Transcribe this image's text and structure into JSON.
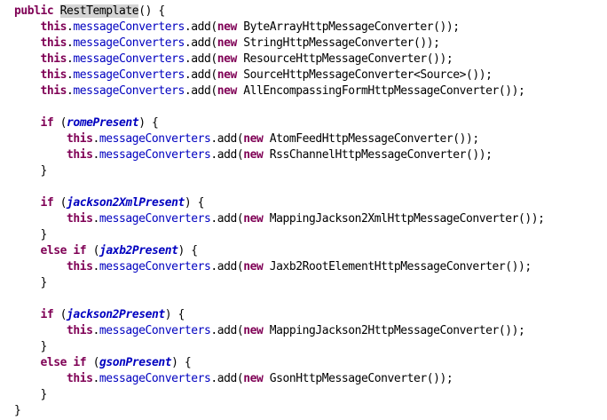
{
  "lines": [
    {
      "indent": 0,
      "parts": [
        {
          "t": "public",
          "c": "kw"
        },
        {
          "t": " "
        },
        {
          "t": "RestTemplate",
          "c": "mark"
        },
        {
          "t": "() {"
        }
      ]
    },
    {
      "indent": 1,
      "parts": [
        {
          "t": "this",
          "c": "kw"
        },
        {
          "t": "."
        },
        {
          "t": "messageConverters",
          "c": "fld"
        },
        {
          "t": ".add("
        },
        {
          "t": "new",
          "c": "kw"
        },
        {
          "t": " ByteArrayHttpMessageConverter());"
        }
      ]
    },
    {
      "indent": 1,
      "parts": [
        {
          "t": "this",
          "c": "kw"
        },
        {
          "t": "."
        },
        {
          "t": "messageConverters",
          "c": "fld"
        },
        {
          "t": ".add("
        },
        {
          "t": "new",
          "c": "kw"
        },
        {
          "t": " StringHttpMessageConverter());"
        }
      ]
    },
    {
      "indent": 1,
      "parts": [
        {
          "t": "this",
          "c": "kw"
        },
        {
          "t": "."
        },
        {
          "t": "messageConverters",
          "c": "fld"
        },
        {
          "t": ".add("
        },
        {
          "t": "new",
          "c": "kw"
        },
        {
          "t": " ResourceHttpMessageConverter());"
        }
      ]
    },
    {
      "indent": 1,
      "parts": [
        {
          "t": "this",
          "c": "kw"
        },
        {
          "t": "."
        },
        {
          "t": "messageConverters",
          "c": "fld"
        },
        {
          "t": ".add("
        },
        {
          "t": "new",
          "c": "kw"
        },
        {
          "t": " SourceHttpMessageConverter<Source>());"
        }
      ]
    },
    {
      "indent": 1,
      "parts": [
        {
          "t": "this",
          "c": "kw"
        },
        {
          "t": "."
        },
        {
          "t": "messageConverters",
          "c": "fld"
        },
        {
          "t": ".add("
        },
        {
          "t": "new",
          "c": "kw"
        },
        {
          "t": " AllEncompassingFormHttpMessageConverter());"
        }
      ]
    },
    {
      "indent": 0,
      "parts": []
    },
    {
      "indent": 1,
      "parts": [
        {
          "t": "if",
          "c": "kw"
        },
        {
          "t": " ("
        },
        {
          "t": "romePresent",
          "c": "var"
        },
        {
          "t": ") {"
        }
      ]
    },
    {
      "indent": 2,
      "parts": [
        {
          "t": "this",
          "c": "kw"
        },
        {
          "t": "."
        },
        {
          "t": "messageConverters",
          "c": "fld"
        },
        {
          "t": ".add("
        },
        {
          "t": "new",
          "c": "kw"
        },
        {
          "t": " AtomFeedHttpMessageConverter());"
        }
      ]
    },
    {
      "indent": 2,
      "parts": [
        {
          "t": "this",
          "c": "kw"
        },
        {
          "t": "."
        },
        {
          "t": "messageConverters",
          "c": "fld"
        },
        {
          "t": ".add("
        },
        {
          "t": "new",
          "c": "kw"
        },
        {
          "t": " RssChannelHttpMessageConverter());"
        }
      ]
    },
    {
      "indent": 1,
      "parts": [
        {
          "t": "}"
        }
      ]
    },
    {
      "indent": 0,
      "parts": []
    },
    {
      "indent": 1,
      "parts": [
        {
          "t": "if",
          "c": "kw"
        },
        {
          "t": " ("
        },
        {
          "t": "jackson2XmlPresent",
          "c": "var"
        },
        {
          "t": ") {"
        }
      ]
    },
    {
      "indent": 2,
      "parts": [
        {
          "t": "this",
          "c": "kw"
        },
        {
          "t": "."
        },
        {
          "t": "messageConverters",
          "c": "fld"
        },
        {
          "t": ".add("
        },
        {
          "t": "new",
          "c": "kw"
        },
        {
          "t": " MappingJackson2XmlHttpMessageConverter());"
        }
      ]
    },
    {
      "indent": 1,
      "parts": [
        {
          "t": "}"
        }
      ]
    },
    {
      "indent": 1,
      "parts": [
        {
          "t": "else",
          "c": "kw"
        },
        {
          "t": " "
        },
        {
          "t": "if",
          "c": "kw"
        },
        {
          "t": " ("
        },
        {
          "t": "jaxb2Present",
          "c": "var"
        },
        {
          "t": ") {"
        }
      ]
    },
    {
      "indent": 2,
      "parts": [
        {
          "t": "this",
          "c": "kw"
        },
        {
          "t": "."
        },
        {
          "t": "messageConverters",
          "c": "fld"
        },
        {
          "t": ".add("
        },
        {
          "t": "new",
          "c": "kw"
        },
        {
          "t": " Jaxb2RootElementHttpMessageConverter());"
        }
      ]
    },
    {
      "indent": 1,
      "parts": [
        {
          "t": "}"
        }
      ]
    },
    {
      "indent": 0,
      "parts": []
    },
    {
      "indent": 1,
      "parts": [
        {
          "t": "if",
          "c": "kw"
        },
        {
          "t": " ("
        },
        {
          "t": "jackson2Present",
          "c": "var"
        },
        {
          "t": ") {"
        }
      ]
    },
    {
      "indent": 2,
      "parts": [
        {
          "t": "this",
          "c": "kw"
        },
        {
          "t": "."
        },
        {
          "t": "messageConverters",
          "c": "fld"
        },
        {
          "t": ".add("
        },
        {
          "t": "new",
          "c": "kw"
        },
        {
          "t": " MappingJackson2HttpMessageConverter());"
        }
      ]
    },
    {
      "indent": 1,
      "parts": [
        {
          "t": "}"
        }
      ]
    },
    {
      "indent": 1,
      "parts": [
        {
          "t": "else",
          "c": "kw"
        },
        {
          "t": " "
        },
        {
          "t": "if",
          "c": "kw"
        },
        {
          "t": " ("
        },
        {
          "t": "gsonPresent",
          "c": "var"
        },
        {
          "t": ") {"
        }
      ]
    },
    {
      "indent": 2,
      "parts": [
        {
          "t": "this",
          "c": "kw"
        },
        {
          "t": "."
        },
        {
          "t": "messageConverters",
          "c": "fld"
        },
        {
          "t": ".add("
        },
        {
          "t": "new",
          "c": "kw"
        },
        {
          "t": " GsonHttpMessageConverter());"
        }
      ]
    },
    {
      "indent": 1,
      "parts": [
        {
          "t": "}"
        }
      ]
    },
    {
      "indent": 0,
      "parts": [
        {
          "t": "}"
        }
      ]
    }
  ],
  "colors": {
    "keyword": "#7f0055",
    "field": "#0000c0",
    "text": "#000000",
    "occurrence_highlight": "#d4d4d4",
    "background": "#ffffff"
  }
}
